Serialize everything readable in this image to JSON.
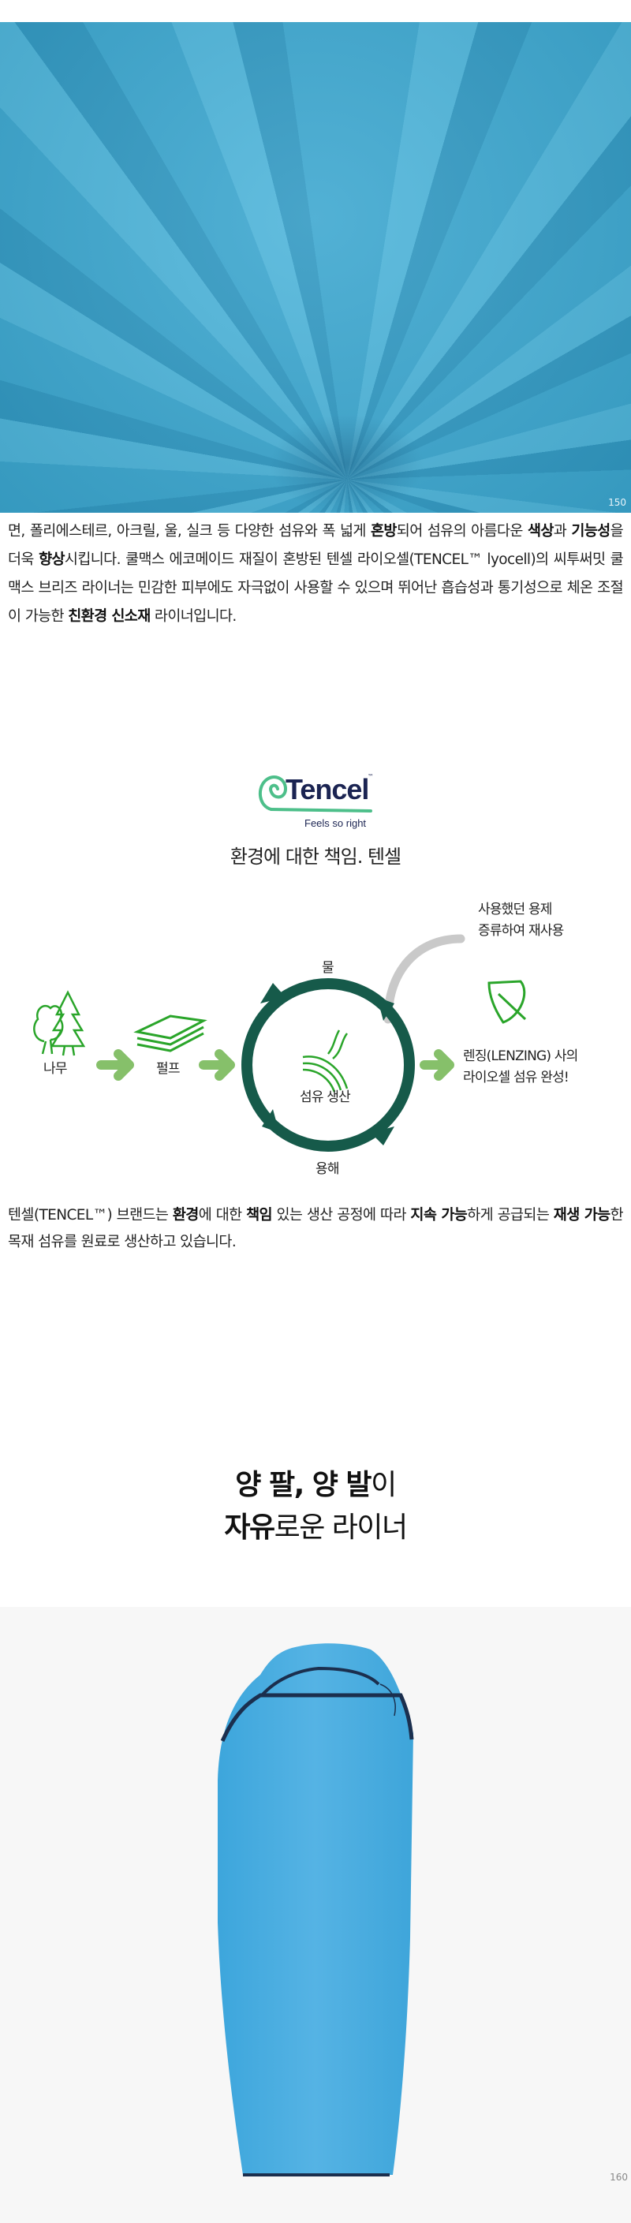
{
  "fabric_photo": {
    "corner_number": "150"
  },
  "intro_paragraph": [
    {
      "text": "면, 폴리에스테르, 아크릴, 울, 실크 등 다양한 섬유와 폭 넓게 ",
      "bold": false
    },
    {
      "text": "혼방",
      "bold": true
    },
    {
      "text": "되어 섬유의 아름다운 ",
      "bold": false
    },
    {
      "text": "색상",
      "bold": true
    },
    {
      "text": "과 ",
      "bold": false
    },
    {
      "text": "기능성",
      "bold": true
    },
    {
      "text": "을 더욱 ",
      "bold": false
    },
    {
      "text": "향상",
      "bold": true
    },
    {
      "text": "시킵니다. 쿨맥스 에코메이드 재질이 혼방된 텐셀 라이오셀(TENCEL™ lyocell)의 씨투써밋 쿨맥스 브리즈 라이너는 민감한 피부에도 자극없이 사용할 수 있으며 뛰어난 흡습성과 통기성으로 체온 조절이 가능한 ",
      "bold": false
    },
    {
      "text": "친환경 신소재",
      "bold": true
    },
    {
      "text": " 라이너입니다.",
      "bold": false
    }
  ],
  "tencel": {
    "logo_text": "Tencel",
    "trademark": "™",
    "tagline": "Feels so right",
    "title": "환경에 대한 책임. 텐셀",
    "colors": {
      "navy": "#1b2452",
      "logo_green": "#4dbf8a",
      "cycle": "#165a4a",
      "arrow": "#86c06a",
      "icon_green": "#2aa52a",
      "recycle_gray": "#c9c9c9"
    }
  },
  "diagram": {
    "tree_label": "나무",
    "pulp_label": "펄프",
    "water_label": "물",
    "center_label": "섬유 생산",
    "dissolve_label": "용해",
    "recycle_note": [
      "사용했던 용제",
      "증류하여 재사용"
    ],
    "result_note": [
      "렌징(LENZING) 사의",
      "라이오셀 섬유 완성!"
    ]
  },
  "tencel_paragraph": [
    {
      "text": "텐셀(TENCEL™) 브랜드는 ",
      "bold": false
    },
    {
      "text": "환경",
      "bold": true
    },
    {
      "text": "에 대한 ",
      "bold": false
    },
    {
      "text": "책임",
      "bold": true
    },
    {
      "text": " 있는 생산 공정에 따라 ",
      "bold": false
    },
    {
      "text": "지속 가능",
      "bold": true
    },
    {
      "text": "하게 공급되는 ",
      "bold": false
    },
    {
      "text": "재생 가능",
      "bold": true
    },
    {
      "text": "한 목재 섬유를 원료로 생산하고 있습니다.",
      "bold": false
    }
  ],
  "heading": {
    "line1_bold": "양 팔, 양 발",
    "line1_regular": "이",
    "line2_bold": "자유",
    "line2_regular": "로운 라이너"
  },
  "product_photo": {
    "corner_number": "160",
    "color": "#4aaee0"
  }
}
